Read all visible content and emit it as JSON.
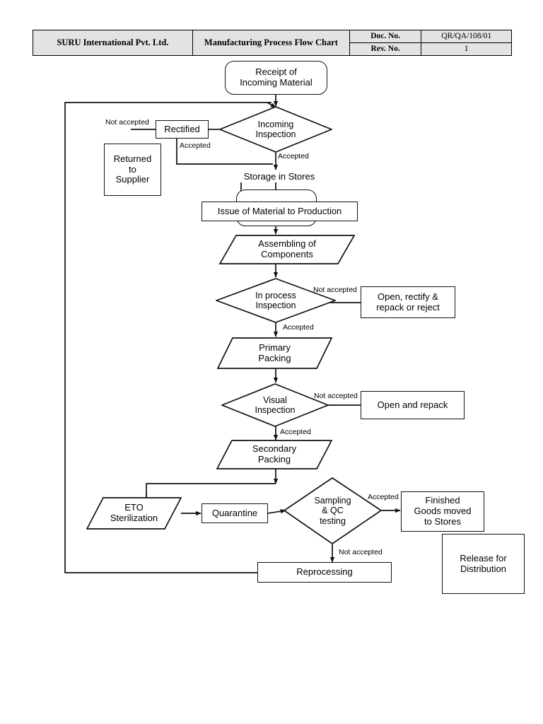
{
  "header": {
    "company": "SURU International Pvt. Ltd.",
    "title": "Manufacturing Process Flow Chart",
    "doc_no_label": "Doc. No.",
    "doc_no_value": "QR/QA/108/01",
    "rev_no_label": "Rev. No.",
    "rev_no_value": "1"
  },
  "nodes": {
    "receipt": "Receipt of\nIncoming Material",
    "incoming_inspection": "Incoming\nInspection",
    "rectified": "Rectified",
    "returned_to_supplier": "Returned\nto\nSupplier",
    "storage_in_stores": "Storage in Stores",
    "issue_of_material": "Issue of Material to Production",
    "assembling": "Assembling of\nComponents",
    "in_process_inspection": "In process\nInspection",
    "open_rectify": "Open, rectify &\nrepack or reject",
    "primary_packing": "Primary\nPacking",
    "visual_inspection": "Visual\nInspection",
    "open_and_repack": "Open and repack",
    "secondary_packing": "Secondary\nPacking",
    "eto_sterilization": "ETO\nSterilization",
    "quarantine": "Quarantine",
    "sampling_qc": "Sampling\n& QC\ntesting",
    "finished_goods": "Finished\nGoods moved\nto Stores",
    "reprocessing": "Reprocessing",
    "release_for_distribution": "Release for\nDistribution"
  },
  "edge_labels": {
    "not_accepted_incoming": "Not accepted",
    "accepted_rectified": "Accepted",
    "accepted_incoming": "Accepted",
    "not_accepted_inprocess": "Not accepted",
    "accepted_inprocess": "Accepted",
    "not_accepted_visual": "Not accepted",
    "accepted_visual": "Accepted",
    "accepted_sampling": "Accepted",
    "not_accepted_sampling": "Not accepted"
  },
  "colors": {
    "line": "#111111",
    "header_fill": "#e3e3e3",
    "page_bg": "#ffffff"
  }
}
